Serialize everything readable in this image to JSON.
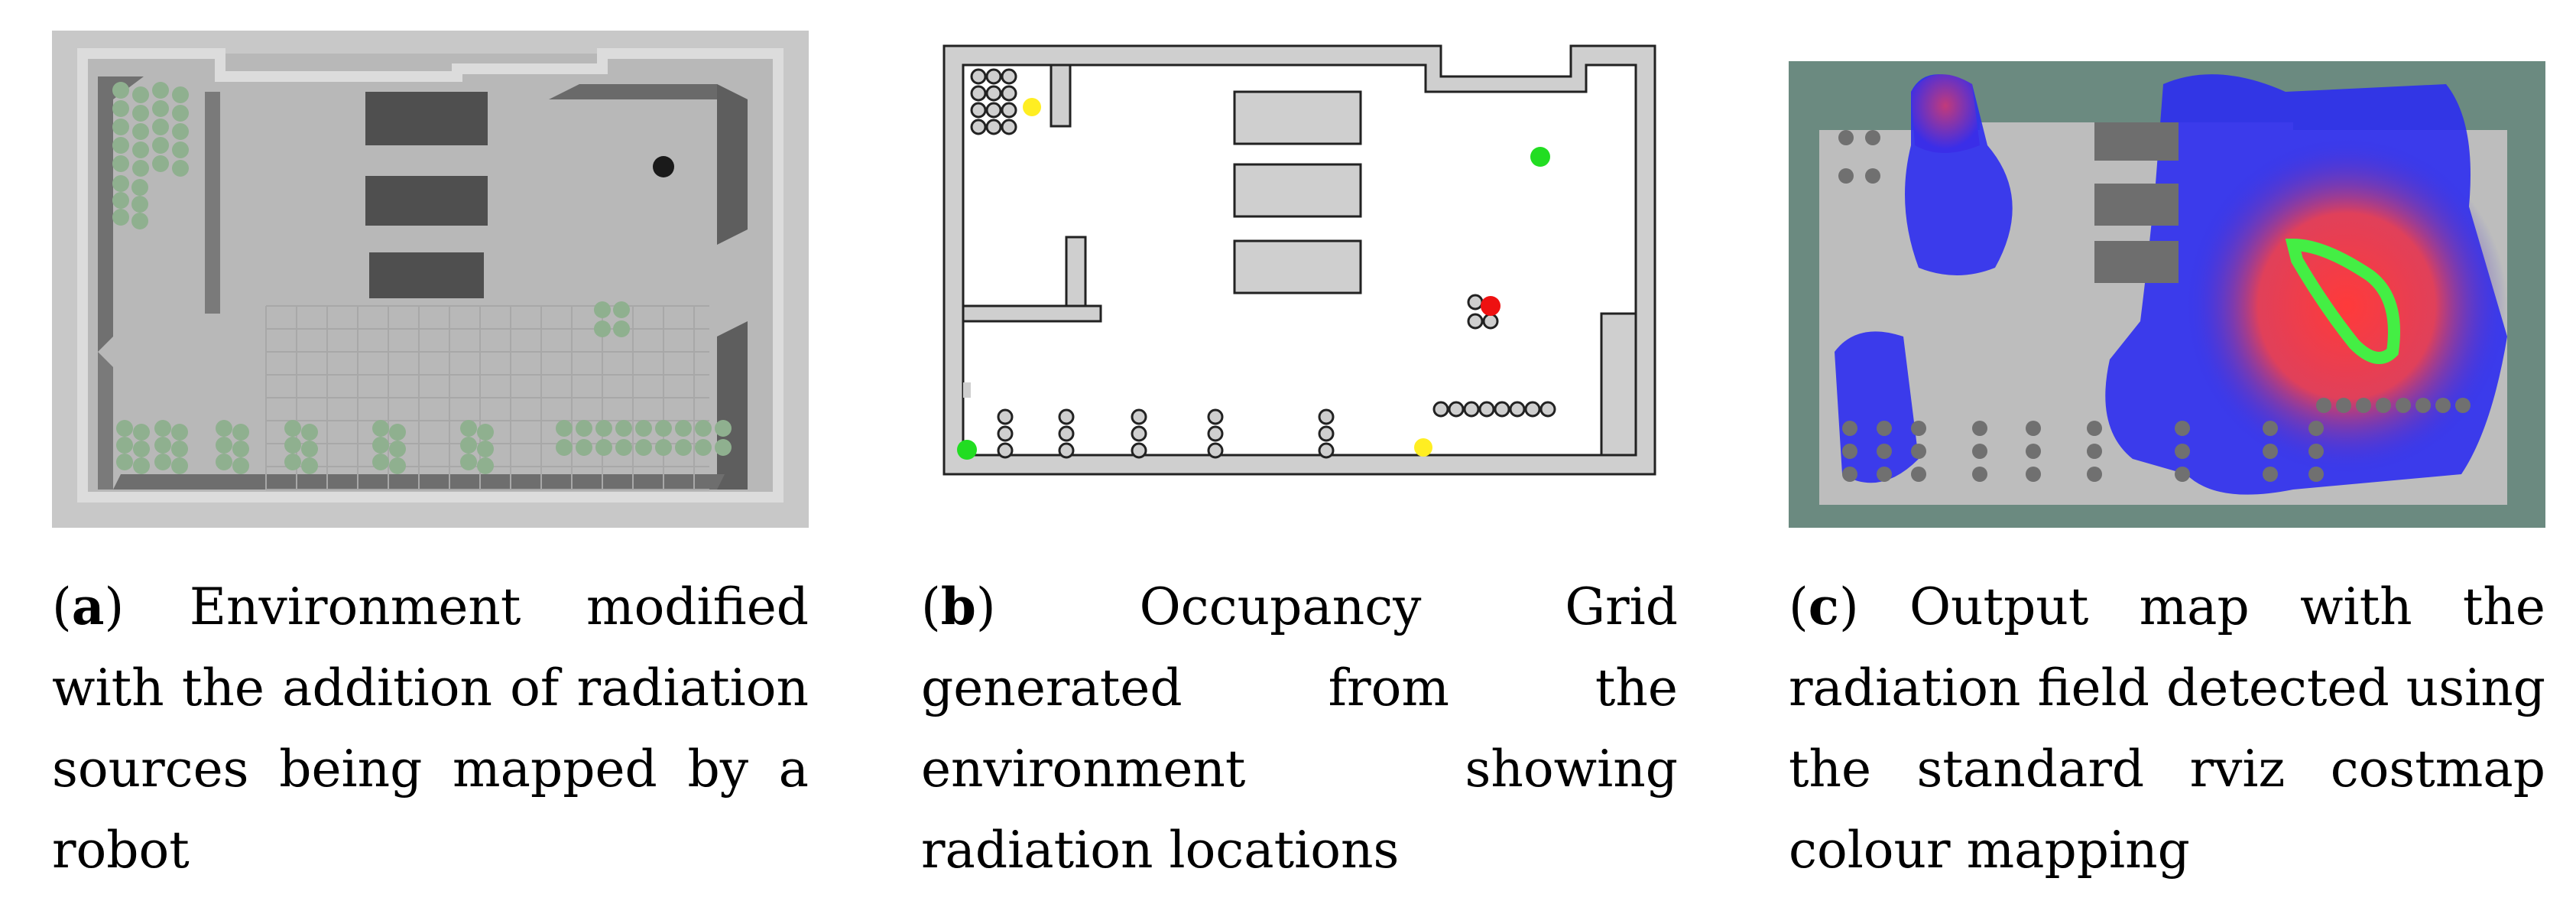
{
  "figure": {
    "panels": [
      {
        "id": "a",
        "label": "a",
        "caption": "Environment modified with the addition of radiation sources being mapped by a robot"
      },
      {
        "id": "b",
        "label": "b",
        "caption": "Occupancy Grid generated from the environment showing radiation locations"
      },
      {
        "id": "c",
        "label": "c",
        "caption": "Output map with the radiation field detected using the standard rviz costmap colour mapping"
      }
    ]
  },
  "colors": {
    "floor_sim": "#bfbfbf",
    "wall_sim": "#6e6e6e",
    "barrel": "#8fb08f",
    "occupancy_wall": "#cfcfcf",
    "occupancy_free": "#ffffff",
    "source_green": "#22dd22",
    "source_yellow": "#ffee22",
    "source_red": "#ee1111",
    "rviz_background": "#6b8a80",
    "costmap_blue": "#2c2cf0",
    "costmap_red": "#ff3a3a",
    "costmap_green": "#44ee44"
  }
}
